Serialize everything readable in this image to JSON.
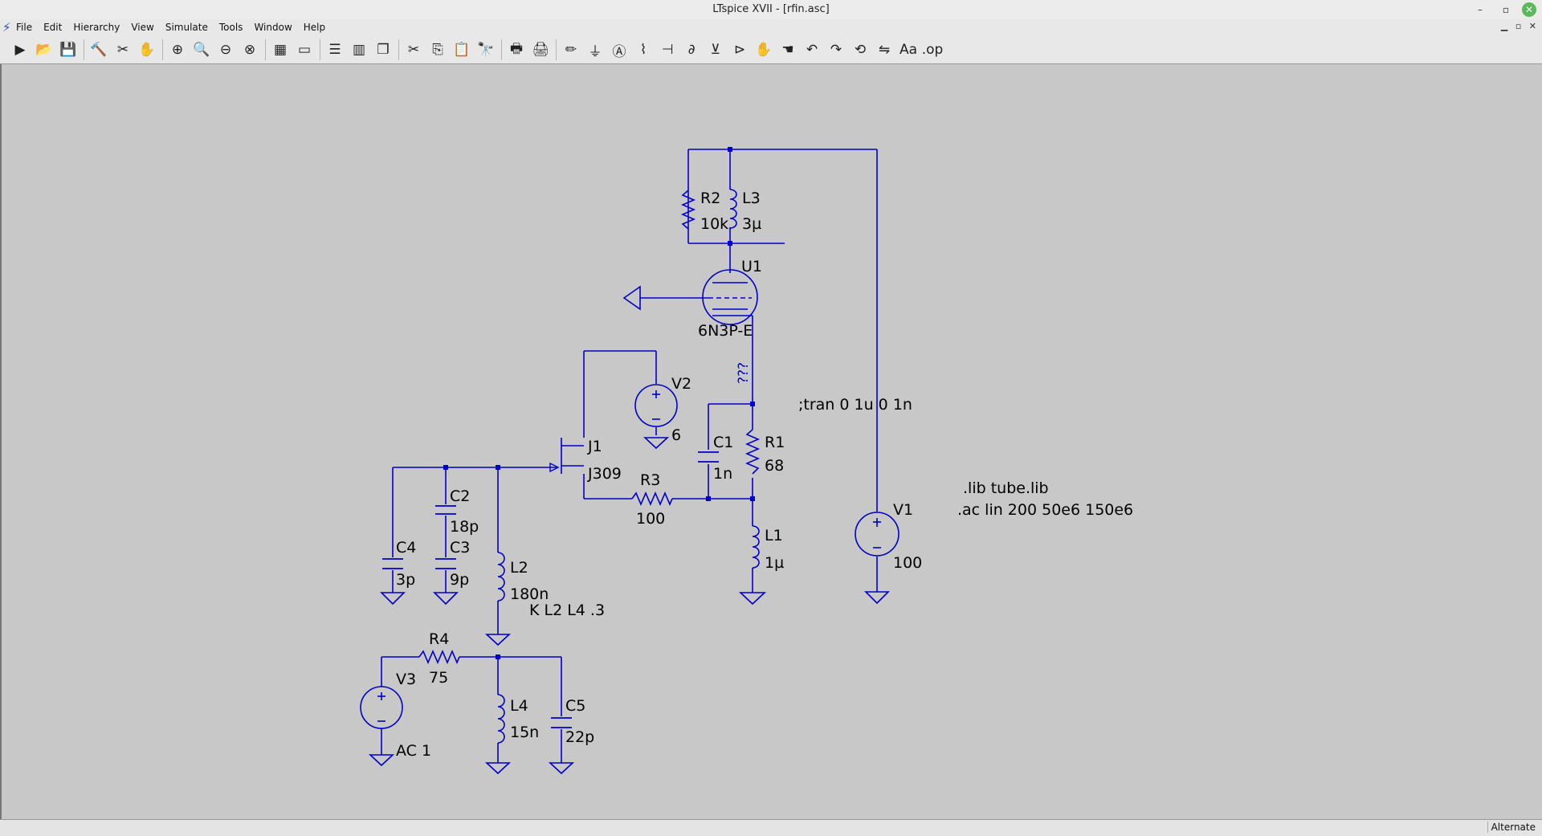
{
  "window": {
    "title": "LTspice XVII - [rfin.asc]",
    "controls": [
      "–",
      "▫",
      "✕"
    ]
  },
  "menu": {
    "items": [
      "File",
      "Edit",
      "Hierarchy",
      "View",
      "Simulate",
      "Tools",
      "Window",
      "Help"
    ]
  },
  "toolbar": {
    "buttons": [
      {
        "name": "run-icon",
        "glyph": "▶"
      },
      {
        "name": "open-icon",
        "glyph": "📂"
      },
      {
        "name": "save-icon",
        "glyph": "💾"
      },
      {
        "name": "control-panel-icon",
        "glyph": "🔨"
      },
      {
        "name": "halt-icon",
        "glyph": "✂"
      },
      {
        "name": "pan-icon",
        "glyph": "✋"
      },
      {
        "name": "zoom-in-icon",
        "glyph": "⊕"
      },
      {
        "name": "zoom-pan-icon",
        "glyph": "🔍"
      },
      {
        "name": "zoom-out-icon",
        "glyph": "⊖"
      },
      {
        "name": "zoom-fit-icon",
        "glyph": "⊗"
      },
      {
        "name": "autorange-icon",
        "glyph": "▦"
      },
      {
        "name": "clear-plot-icon",
        "glyph": "▭"
      },
      {
        "name": "tile-horizontal-icon",
        "glyph": "☰"
      },
      {
        "name": "tile-vertical-icon",
        "glyph": "▥"
      },
      {
        "name": "cascade-icon",
        "glyph": "❐"
      },
      {
        "name": "cut-icon",
        "glyph": "✂"
      },
      {
        "name": "copy-icon",
        "glyph": "⎘"
      },
      {
        "name": "paste-icon",
        "glyph": "📋"
      },
      {
        "name": "find-icon",
        "glyph": "🔭"
      },
      {
        "name": "print-icon",
        "glyph": "🖶"
      },
      {
        "name": "print-preview-icon",
        "glyph": "🖨"
      },
      {
        "name": "draw-wire-icon",
        "glyph": "✏"
      },
      {
        "name": "ground-icon",
        "glyph": "⏚"
      },
      {
        "name": "label-net-icon",
        "glyph": "Ⓐ"
      },
      {
        "name": "resistor-icon",
        "glyph": "⌇"
      },
      {
        "name": "capacitor-icon",
        "glyph": "⊣"
      },
      {
        "name": "inductor-icon",
        "glyph": "∂"
      },
      {
        "name": "diode-icon",
        "glyph": "⊻"
      },
      {
        "name": "component-icon",
        "glyph": "⊳"
      },
      {
        "name": "move-icon",
        "glyph": "✋"
      },
      {
        "name": "drag-icon",
        "glyph": "☚"
      },
      {
        "name": "undo-icon",
        "glyph": "↶"
      },
      {
        "name": "redo-icon",
        "glyph": "↷"
      },
      {
        "name": "rotate-icon",
        "glyph": "⟲"
      },
      {
        "name": "mirror-icon",
        "glyph": "⇋"
      },
      {
        "name": "text-icon",
        "glyph": "Aa"
      },
      {
        "name": "spice-directive-icon",
        "glyph": ".op"
      }
    ]
  },
  "schematic": {
    "labels": {
      "r2_name": "R2",
      "r2_value": "10k",
      "l3_name": "L3",
      "l3_value": "3µ",
      "u1_name": "U1",
      "u1_value": "6N3P-E",
      "v2_name": "V2",
      "v2_value": "6",
      "j1_name": "J1",
      "j1_value": "J309",
      "c1_name": "C1",
      "c1_value": "1n",
      "r1_name": "R1",
      "r1_value": "68",
      "r3_name": "R3",
      "r3_value": "100",
      "c2_name": "C2",
      "c2_value": "18p",
      "c4_name": "C4",
      "c4_value": "3p",
      "c3_name": "C3",
      "c3_value": "9p",
      "l2_name": "L2",
      "l2_value": "180n",
      "l1_name": "L1",
      "l1_value": "1µ",
      "v1_name": "V1",
      "v1_value": "100",
      "r4_name": "R4",
      "r4_value": "75",
      "v3_name": "V3",
      "v3_value": "AC 1",
      "l4_name": "L4",
      "l4_value": "15n",
      "c5_name": "C5",
      "c5_value": "22p",
      "unnamed_net": "???",
      "directive_tran": ";tran 0 1u 0 1n",
      "directive_lib": ".lib tube.lib",
      "directive_ac": ".ac lin 200 50e6 150e6",
      "directive_k": "K L2 L4 .3"
    },
    "wire_color": "#0000c8",
    "background_color": "#c8c8c8"
  },
  "status": {
    "mode": "Alternate"
  }
}
